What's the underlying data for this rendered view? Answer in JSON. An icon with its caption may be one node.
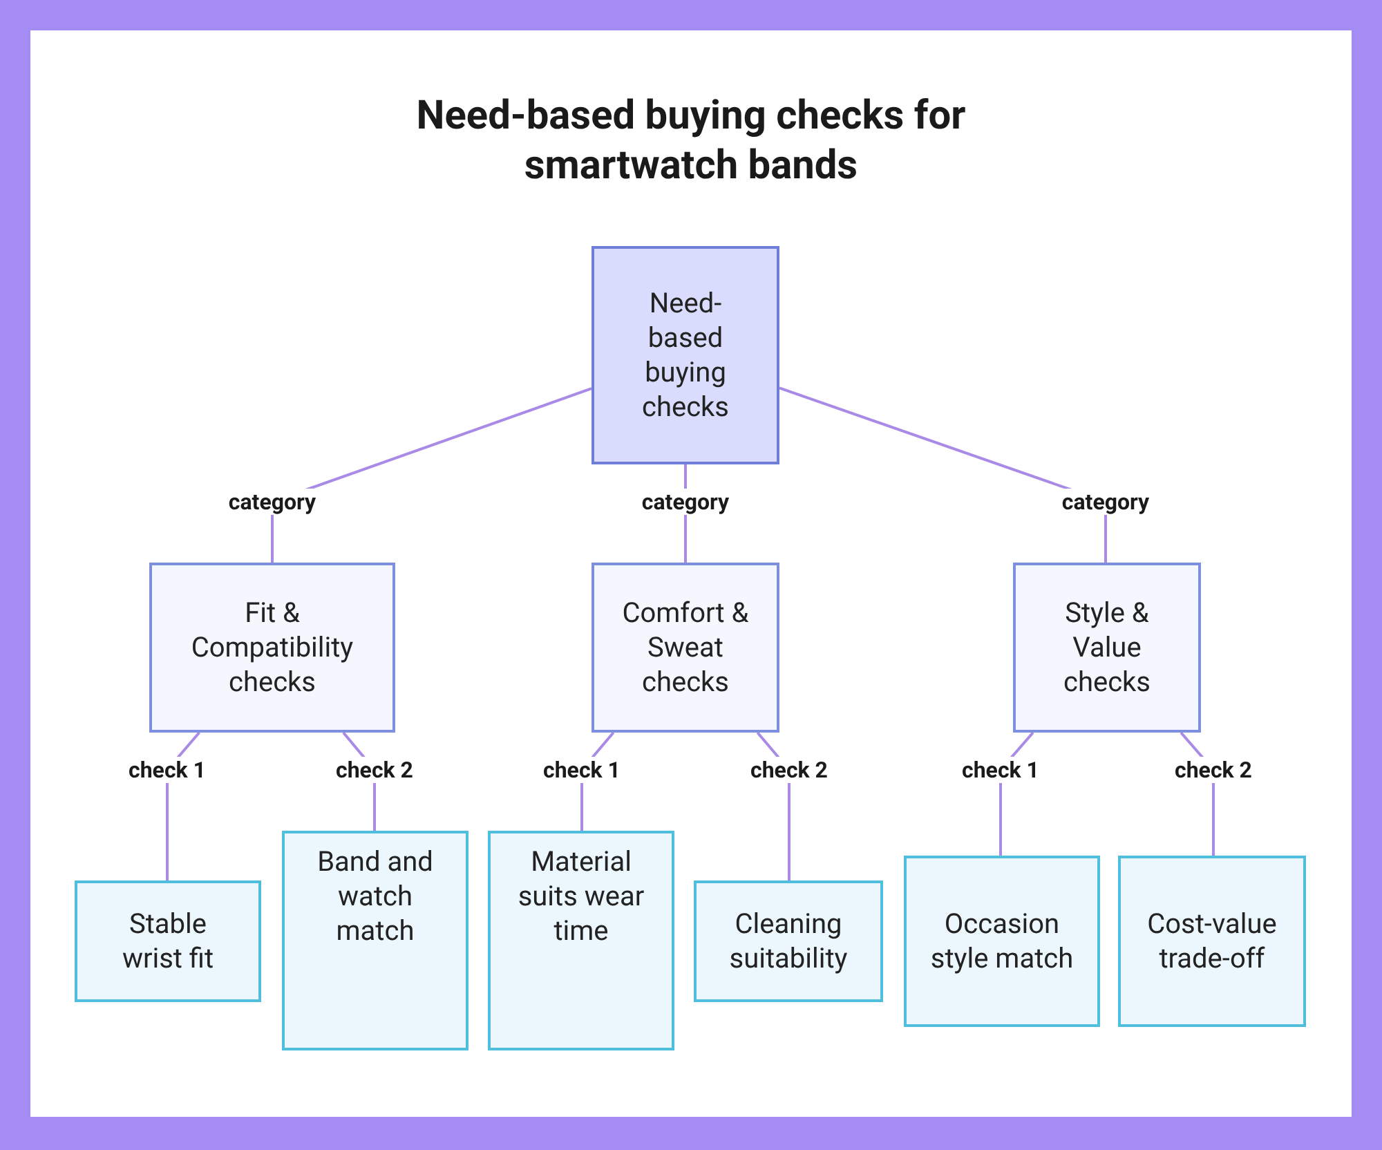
{
  "diagram": {
    "title": "Need-based buying checks for smartwatch bands",
    "nodes": [
      {
        "text": [
          "Need-based buying checks"
        ]
      },
      {
        "text": [
          "Fit & Compatibility checks"
        ]
      },
      {
        "text": [
          "Comfort & Sweat checks"
        ]
      },
      {
        "text": [
          "Style & Value checks"
        ]
      },
      {
        "text": [
          "Stable wrist fit"
        ]
      },
      {
        "text": [
          "Band and watch match"
        ]
      },
      {
        "text": [
          "Material suits wear time"
        ]
      },
      {
        "text": [
          "Cleaning suitability"
        ]
      },
      {
        "text": [
          "Occasion style match"
        ]
      },
      {
        "text": [
          "Cost-value trade-off"
        ]
      }
    ],
    "edges": [
      {
        "from": 0,
        "to": 1,
        "arrow": "none",
        "label": "category"
      },
      {
        "from": 0,
        "to": 2,
        "arrow": "none",
        "label": "category"
      },
      {
        "from": 0,
        "to": 3,
        "arrow": "none",
        "label": "category"
      },
      {
        "from": 1,
        "to": 4,
        "arrow": "none",
        "label": "check 1"
      },
      {
        "from": 1,
        "to": 5,
        "arrow": "none",
        "label": "check 2"
      },
      {
        "from": 2,
        "to": 6,
        "arrow": "none",
        "label": "check 1"
      },
      {
        "from": 2,
        "to": 7,
        "arrow": "none",
        "label": "check 2"
      },
      {
        "from": 3,
        "to": 8,
        "arrow": "none",
        "label": "check 1"
      },
      {
        "from": 3,
        "to": 9,
        "arrow": "none",
        "label": "check 2"
      }
    ]
  }
}
